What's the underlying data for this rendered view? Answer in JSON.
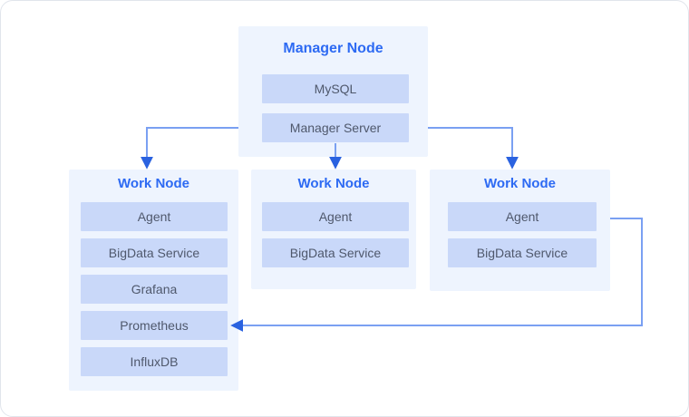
{
  "manager": {
    "title": "Manager Node",
    "services": [
      "MySQL",
      "Manager Server"
    ]
  },
  "workers": [
    {
      "title": "Work Node",
      "services": [
        "Agent",
        "BigData Service",
        "Grafana",
        "Prometheus",
        "InfluxDB"
      ]
    },
    {
      "title": "Work Node",
      "services": [
        "Agent",
        "BigData Service"
      ]
    },
    {
      "title": "Work Node",
      "services": [
        "Agent",
        "BigData Service"
      ]
    }
  ],
  "edges": [
    {
      "from": "Manager Server",
      "to": "Work Node 1"
    },
    {
      "from": "Manager Server",
      "to": "Work Node 2"
    },
    {
      "from": "Manager Server",
      "to": "Work Node 3"
    },
    {
      "from": "Work Node 3 Agent",
      "to": "Work Node 1 Prometheus"
    }
  ],
  "colors": {
    "panel_bg": "#EEF4FE",
    "service_box_bg": "#C9D8F9",
    "title_text": "#2D6AF3",
    "service_text": "#4F586C",
    "edge_line": "#7AA0F2",
    "edge_arrowhead": "#2A62E0"
  }
}
